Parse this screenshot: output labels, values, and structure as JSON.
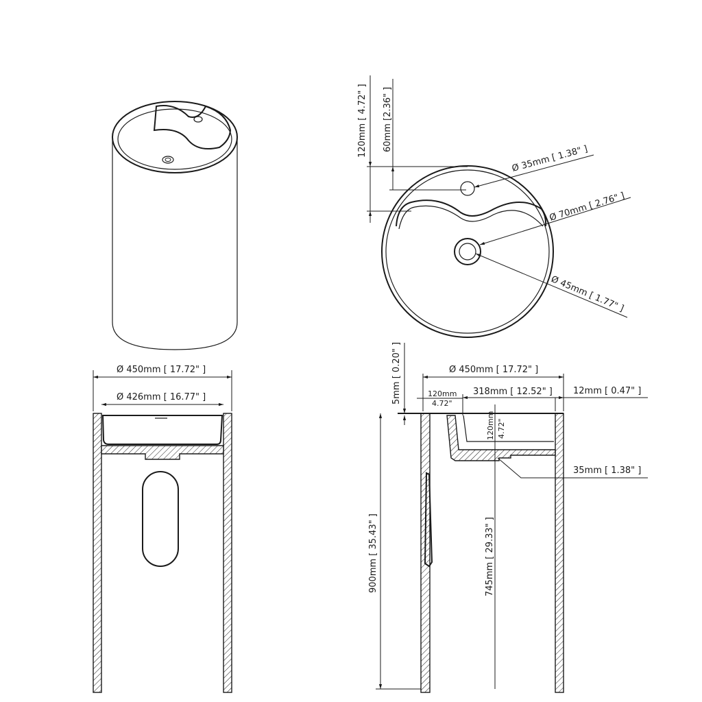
{
  "drawing": {
    "views": [
      "perspective-view",
      "top-view",
      "front-section",
      "side-section"
    ],
    "line_color": "#1a1a1a",
    "top_view": {
      "dim_120": "120mm [ 4.72\" ]",
      "dim_60": "60mm [2.36\" ]",
      "dia_35": "Ø 35mm [ 1.38\" ]",
      "dia_70": "Ø 70mm [ 2.76\" ]",
      "dia_45": "Ø 45mm [ 1.77\" ]"
    },
    "front_section": {
      "dia_450": "Ø 450mm [ 17.72\" ]",
      "dia_426": "Ø 426mm [ 16.77\" ]"
    },
    "side_section": {
      "dia_450": "Ø 450mm [ 17.72\" ]",
      "dim_5": "5mm [ 0.20\" ]",
      "dim_120_mm": "120mm",
      "dim_120_in": "4.72\"",
      "dim_318": "318mm [ 12.52\" ]",
      "dim_12": "12mm [ 0.47\" ]",
      "depth_120_mm": "120mm",
      "depth_120_in": "4.72\"",
      "dim_35": "35mm [ 1.38\" ]",
      "dim_900": "900mm [ 35.43\" ]",
      "dim_745": "745mm [ 29.33\" ]"
    }
  }
}
